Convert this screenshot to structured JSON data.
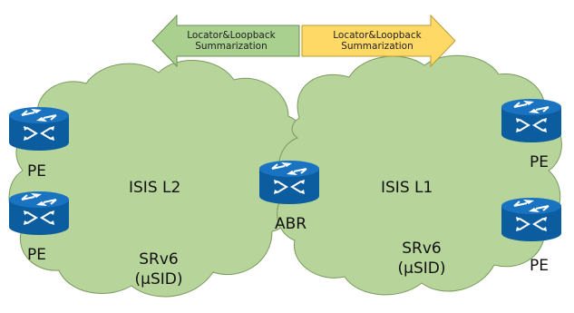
{
  "arrows": {
    "left": {
      "line1": "Locator&Loopback",
      "line2": "Summarization",
      "fill": "#a9d08e",
      "stroke": "#6e8f55"
    },
    "right": {
      "line1": "Locator&Loopback",
      "line2": "Summarization",
      "fill": "#ffd966",
      "stroke": "#b89a3a"
    }
  },
  "areas": {
    "left": {
      "name": "ISIS L2",
      "srv6_line1": "SRv6",
      "srv6_line2": "(μSID)"
    },
    "right": {
      "name": "ISIS L1",
      "srv6_line1": "SRv6",
      "srv6_line2": "(μSID)"
    }
  },
  "routers": {
    "pe_left_top": "PE",
    "pe_left_bottom": "PE",
    "abr": "ABR",
    "pe_right_top": "PE",
    "pe_right_bottom": "PE"
  },
  "colors": {
    "cloud": "#b7d49a",
    "router_body": "#0b5da0",
    "router_top": "#1a73c0"
  }
}
